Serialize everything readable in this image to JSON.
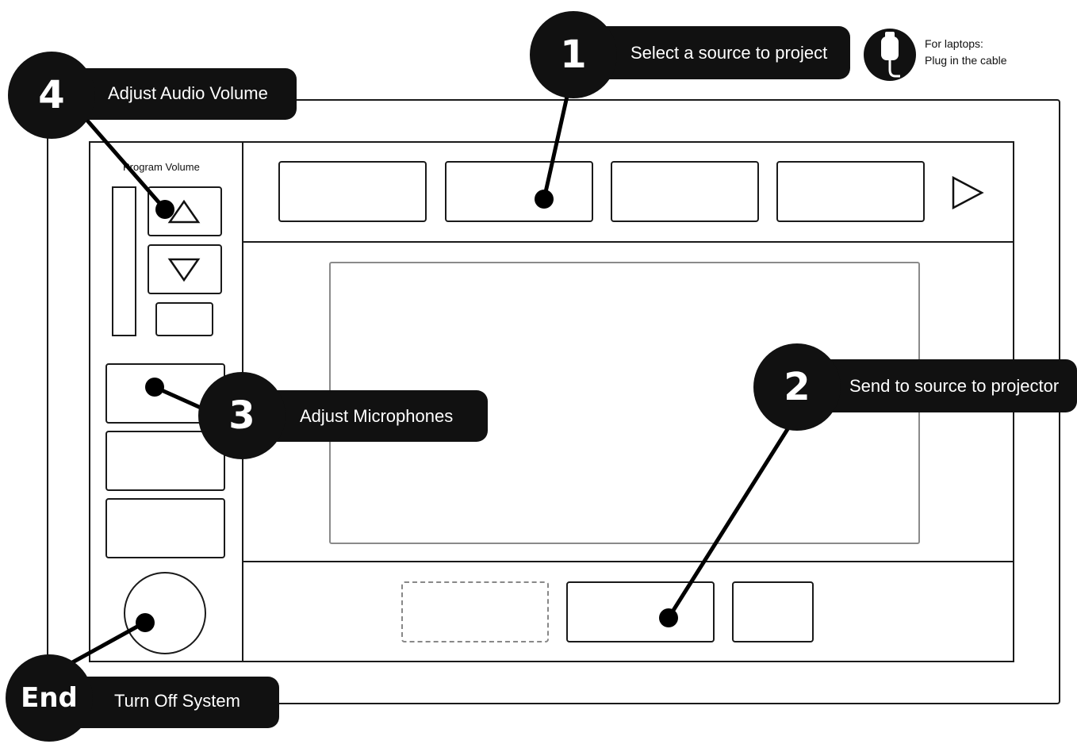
{
  "panel": {
    "volume_label": "Program Volume"
  },
  "callouts": {
    "step1": {
      "number": "1",
      "text": "Select a source to project"
    },
    "step2": {
      "number": "2",
      "text": "Send to source to projector"
    },
    "step3": {
      "number": "3",
      "text": "Adjust Microphones"
    },
    "step4": {
      "number": "4",
      "text": "Adjust Audio Volume"
    },
    "end": {
      "number": "End",
      "text": "Turn Off System"
    }
  },
  "laptop_note": {
    "line1": "For laptops:",
    "line2": "Plug in the cable"
  },
  "icons": {
    "volume_up": "triangle-up-icon",
    "volume_down": "triangle-down-icon",
    "next": "triangle-right-icon",
    "cable": "usb-cable-icon"
  },
  "colors": {
    "callout": "#111111",
    "outline": "#1a1a1a",
    "screen_border": "#8a8a8a",
    "dashed": "#888888"
  }
}
